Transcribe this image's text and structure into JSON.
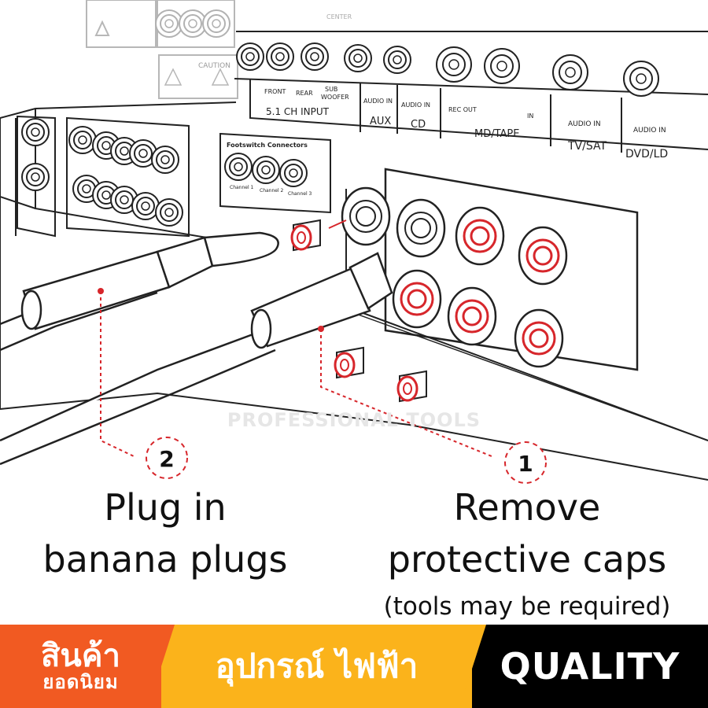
{
  "panel": {
    "caution_title": "CAUTION",
    "center_label": "CENTER",
    "input_51": {
      "front": "FRONT",
      "rear": "REAR",
      "sub": "SUB",
      "woofer": "WOOFER",
      "group": "5.1 CH INPUT"
    },
    "aux": {
      "audio_in": "AUDIO IN",
      "group": "AUX"
    },
    "cd": {
      "audio_in": "AUDIO IN",
      "group": "CD"
    },
    "md_tape": {
      "rec_out": "REC OUT",
      "in": "IN",
      "group": "MD/TAPE"
    },
    "tv_sat": {
      "audio_in": "AUDIO IN",
      "group": "TV/SAT"
    },
    "dvd_ld": {
      "audio_in": "AUDIO IN",
      "group": "DVD/LD"
    },
    "footswitch": {
      "title": "Footswitch Connectors",
      "ch1": "Channel 1",
      "ch2": "Channel 2",
      "ch3": "Channel 3"
    }
  },
  "watermark": "PROFESSIONAL TOOLS",
  "steps": [
    {
      "number": "2",
      "lines": [
        "Plug in",
        "banana plugs"
      ]
    },
    {
      "number": "1",
      "lines": [
        "Remove",
        "protective caps"
      ],
      "note": "(tools may be required)"
    }
  ],
  "banner": {
    "left_big": "สินค้า",
    "left_small": "ยอดนิยม",
    "middle": "อุปกรณ์ ไฟฟ้า",
    "right": "QUALITY"
  },
  "colors": {
    "accent_red": "#d7262b",
    "orange": "#f15a22",
    "yellow": "#fbb31b",
    "black": "#000000"
  }
}
